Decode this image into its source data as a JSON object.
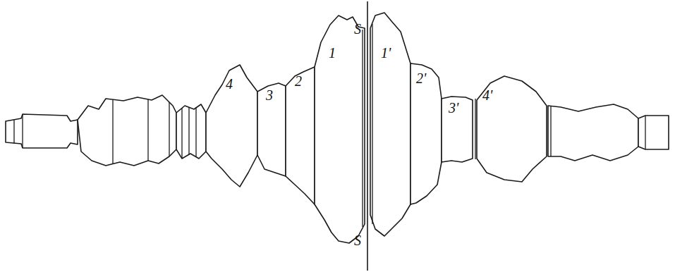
{
  "diagram": {
    "labels": [
      "S",
      "S",
      "1",
      "2",
      "3",
      "4",
      "1'",
      "2'",
      "3'",
      "4'"
    ]
  }
}
